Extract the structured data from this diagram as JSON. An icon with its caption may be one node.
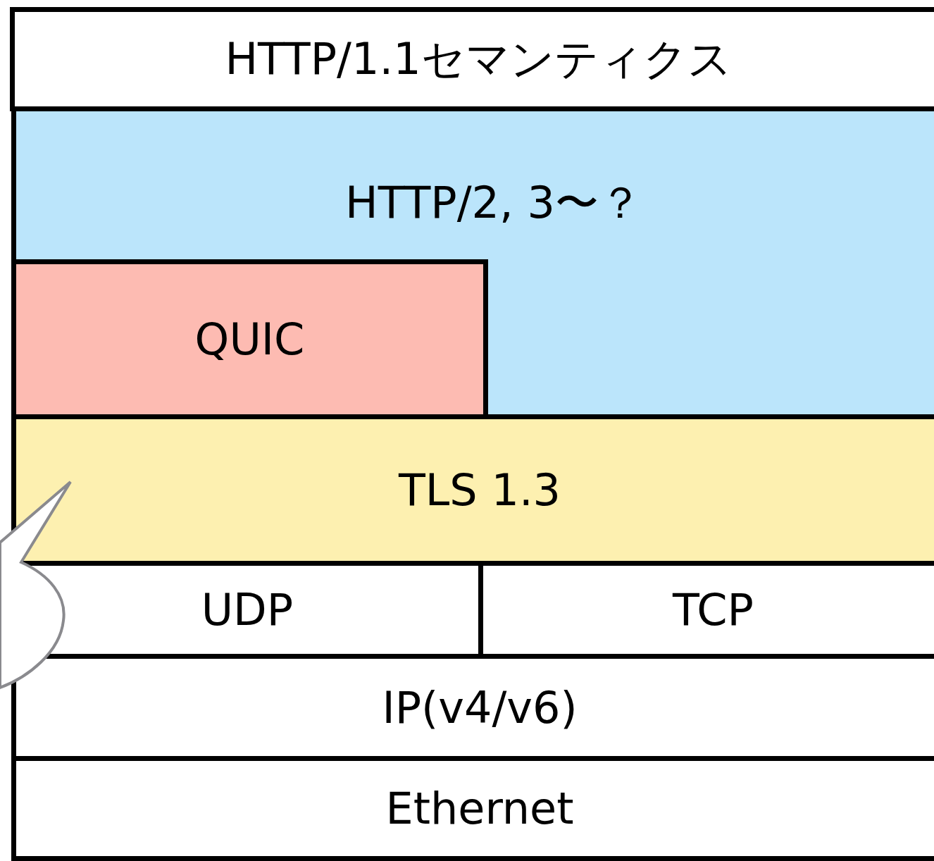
{
  "diagram": {
    "nodes": [
      {
        "text": [
          "HTTP/1.1セマンティクス"
        ]
      },
      {
        "text": [
          "HTTP/2, 3〜？"
        ]
      },
      {
        "text": [
          "QUIC"
        ],
        "in": 1
      },
      {
        "text": [
          "TLS 1.3"
        ]
      },
      {
        "text": [
          "UDP"
        ]
      },
      {
        "text": [
          "TCP"
        ]
      },
      {
        "text": [
          "IP(v4/v6)"
        ]
      },
      {
        "text": [
          "Ethernet"
        ]
      },
      {
        "text": [],
        "shape": "bubble"
      }
    ],
    "edges": []
  }
}
